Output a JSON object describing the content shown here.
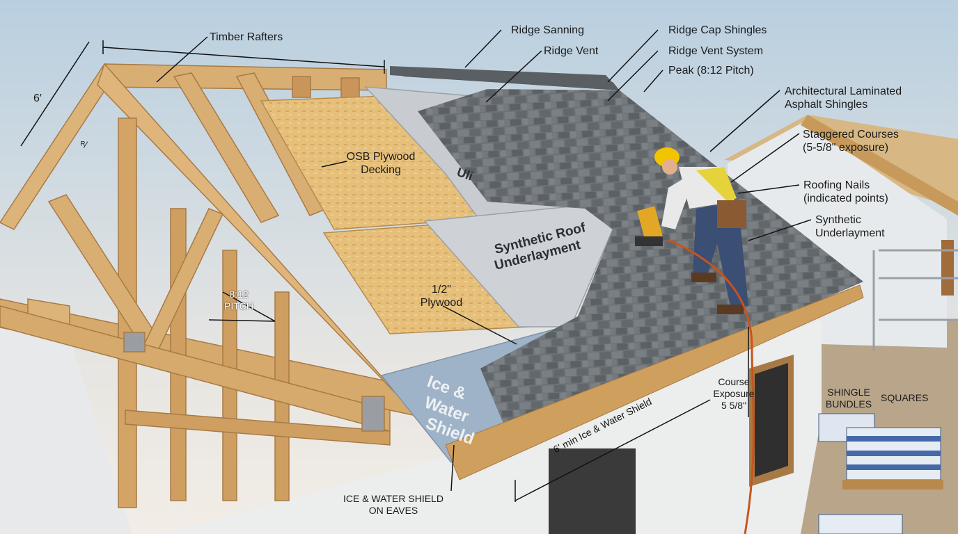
{
  "labels": {
    "timber_rafters": "Timber Rafters",
    "dim_6ft": "6′",
    "truss_angle": "ᴿ⁄",
    "osb_line1": "OSB Plywood",
    "osb_line2": "Decking",
    "pitch_line1": "8:12",
    "pitch_line2": "PITCH",
    "plywood_line1": "1/2\"",
    "plywood_line2": "Plywood",
    "ridge_sanning": "Ridge Sanning",
    "ridge_vent": "Ridge Vent",
    "ridge_cap": "Ridge Cap Shingles",
    "ridge_vent_system": "Ridge Vent System",
    "peak": "Peak (8:12 Pitch)",
    "architectural_line1": "Architectural Laminated",
    "architectural_line2": "Asphalt Shingles",
    "staggered_line1": "Staggered Courses",
    "staggered_line2": "(5-5/8\" exposure)",
    "nails_line1": "Roofing Nails",
    "nails_line2": "(indicated points)",
    "synthetic_line1": "Synthetic",
    "synthetic_line2": "Underlayment",
    "ice_eaves_line1": "ICE & WATER SHIELD",
    "ice_eaves_line2": "ON EAVES",
    "min_ice": "6' min Ice & Water Shield",
    "course_line1": "Course",
    "course_line2": "Exposure",
    "course_line3": "5 5/8\"",
    "bundles_line1": "SHINGLE",
    "bundles_line2": "BUNDLES",
    "squares": "SQUARES"
  },
  "printed_text": {
    "underlayment_brand_upper": "Uli",
    "underlayment_line1": "Synthetic Roof",
    "underlayment_line2": "Underlayment",
    "ice_line1": "Ice &",
    "ice_line2": "Water",
    "ice_line3": "Shield"
  },
  "colors": {
    "sky_top": "#b9cfe0",
    "sky_bottom": "#f2ede6",
    "timber": "#d9b27a",
    "timber_dark": "#a77a45",
    "osb": "#e6c07a",
    "underlayment": "#c8ccd0",
    "ice_shield": "#9fb3c8",
    "shingle": "#6d7276",
    "shingle_dark": "#4b5054",
    "fascia": "#cf9f5e",
    "wall": "#e8e9ea",
    "ground": "#b9a58a",
    "label_text": "#1b1b1b",
    "leader_line": "#111111"
  },
  "icons": [
    "roof-worker",
    "nail-gun",
    "air-hose",
    "shingle-bundle-pallet",
    "neighbor-house"
  ]
}
